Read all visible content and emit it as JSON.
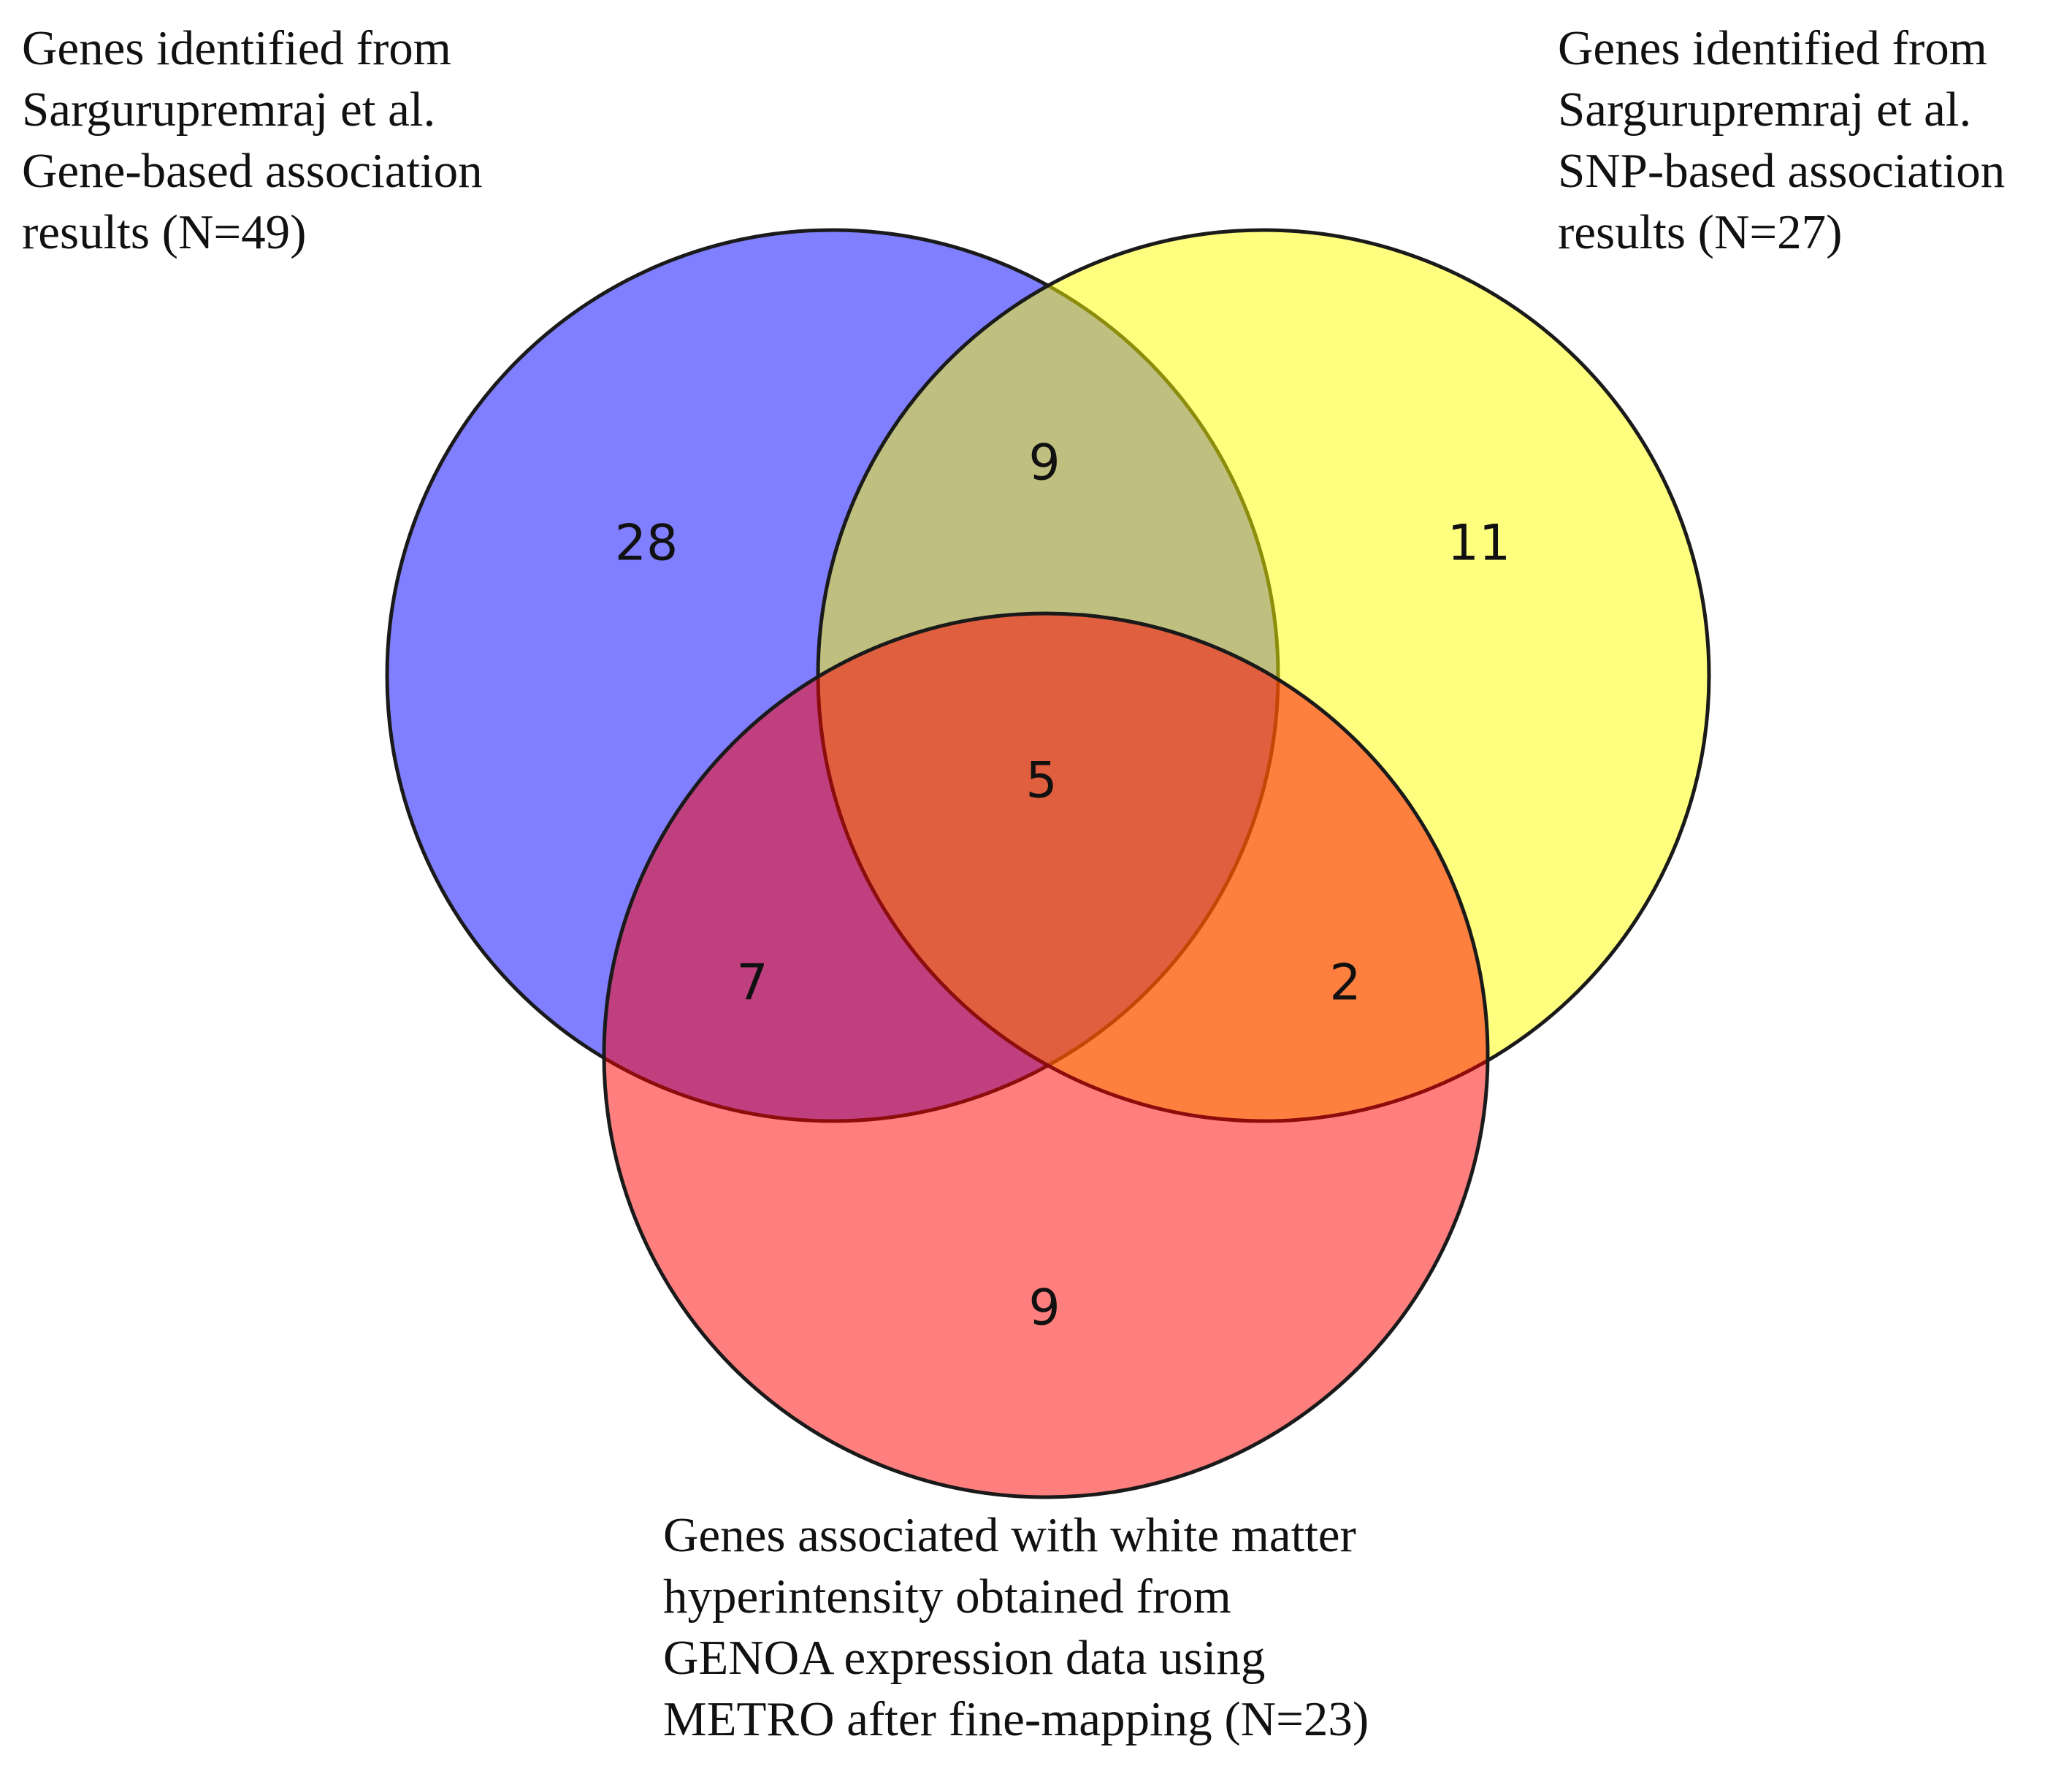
{
  "sets": [
    {
      "id": "A",
      "label_lines": [
        "Genes identified from",
        "Sargurupremraj et al.",
        "Gene-based association",
        "results (N=49)"
      ],
      "color": "#0000ff"
    },
    {
      "id": "B",
      "label_lines": [
        "Genes identified from",
        "Sargurupremraj et al.",
        "SNP-based association",
        "results (N=27)"
      ],
      "color": "#ffff00"
    },
    {
      "id": "C",
      "label_lines": [
        "Genes associated with white matter",
        "hyperintensity obtained from",
        "GENOA expression data using",
        "METRO after fine-mapping (N=23)"
      ],
      "color": "#ff0000"
    }
  ],
  "regions": {
    "a_only": "28",
    "b_only": "11",
    "c_only": "9",
    "ab": "9",
    "ac": "7",
    "bc": "2",
    "abc": "5"
  },
  "colors": {
    "set_a": "#0000ff",
    "set_b": "#ffff00",
    "set_c": "#ff0000",
    "outline": "#1a1a1a"
  }
}
